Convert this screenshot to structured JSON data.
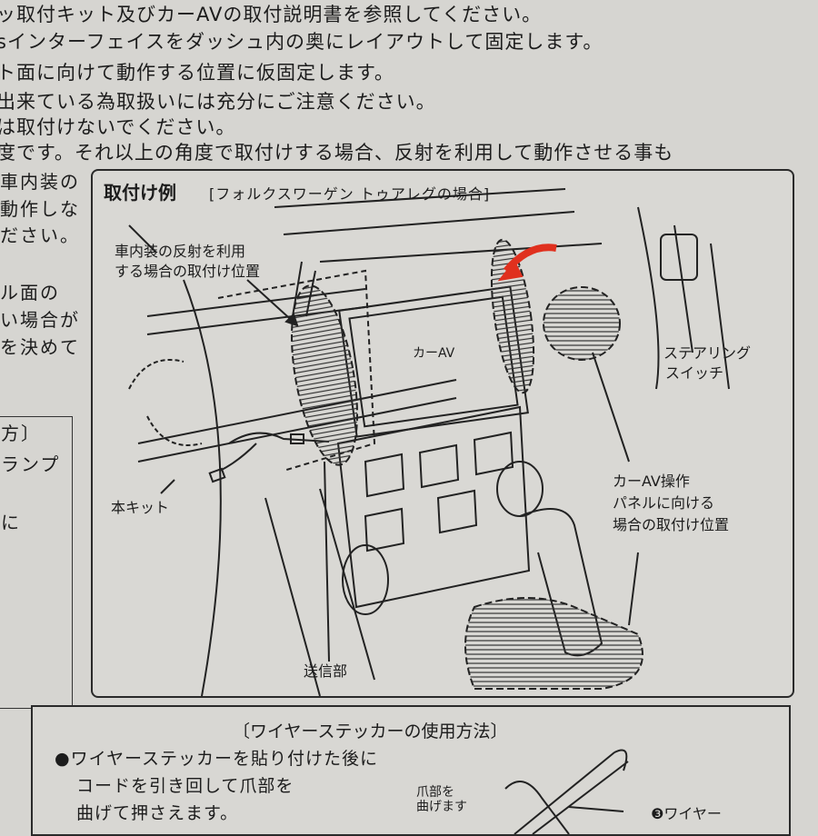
{
  "top_text": [
    "ッ取付キット及びカーAVの取付説明書を参照してください。",
    "sインターフェイスをダッシュ内の奥にレイアウトして固定します。",
    "ト面に向けて動作する位置に仮固定します。",
    "出来ている為取扱いには充分にご注意ください。",
    "は取付けないでください。",
    "度です。それ以上の角度で取付けする場合、反射を利用して動作させる事も"
  ],
  "left_column": [
    "車内装の",
    "動作しな",
    "ださい。",
    "ル面の",
    "い場合が",
    "を決めて"
  ],
  "left_box": [
    "方〕",
    "ランプ",
    "に"
  ],
  "diagram": {
    "title": "取付け例",
    "subtitle": "[フォルクスワーゲン トゥアレグの場合]",
    "labels": {
      "reflection_position": [
        "車内装の反射を利用",
        "する場合の取付け位置"
      ],
      "car_av": "カーAV",
      "steering_switch": [
        "ステアリング",
        "スイッチ"
      ],
      "panel_position": [
        "カーAV操作",
        "パネルに向ける",
        "場合の取付け位置"
      ],
      "kit": "本キット",
      "transmitter": "送信部"
    },
    "accent_color": "#e0301e"
  },
  "bottom": {
    "title": "〔ワイヤーステッカーの使用方法〕",
    "lines": [
      "●ワイヤーステッカーを貼り付けた後に",
      "コードを引き回して爪部を",
      "曲げて押さえます。"
    ],
    "claw_label": [
      "爪部を",
      "曲げます"
    ],
    "wire_label": "❸ワイヤー"
  }
}
